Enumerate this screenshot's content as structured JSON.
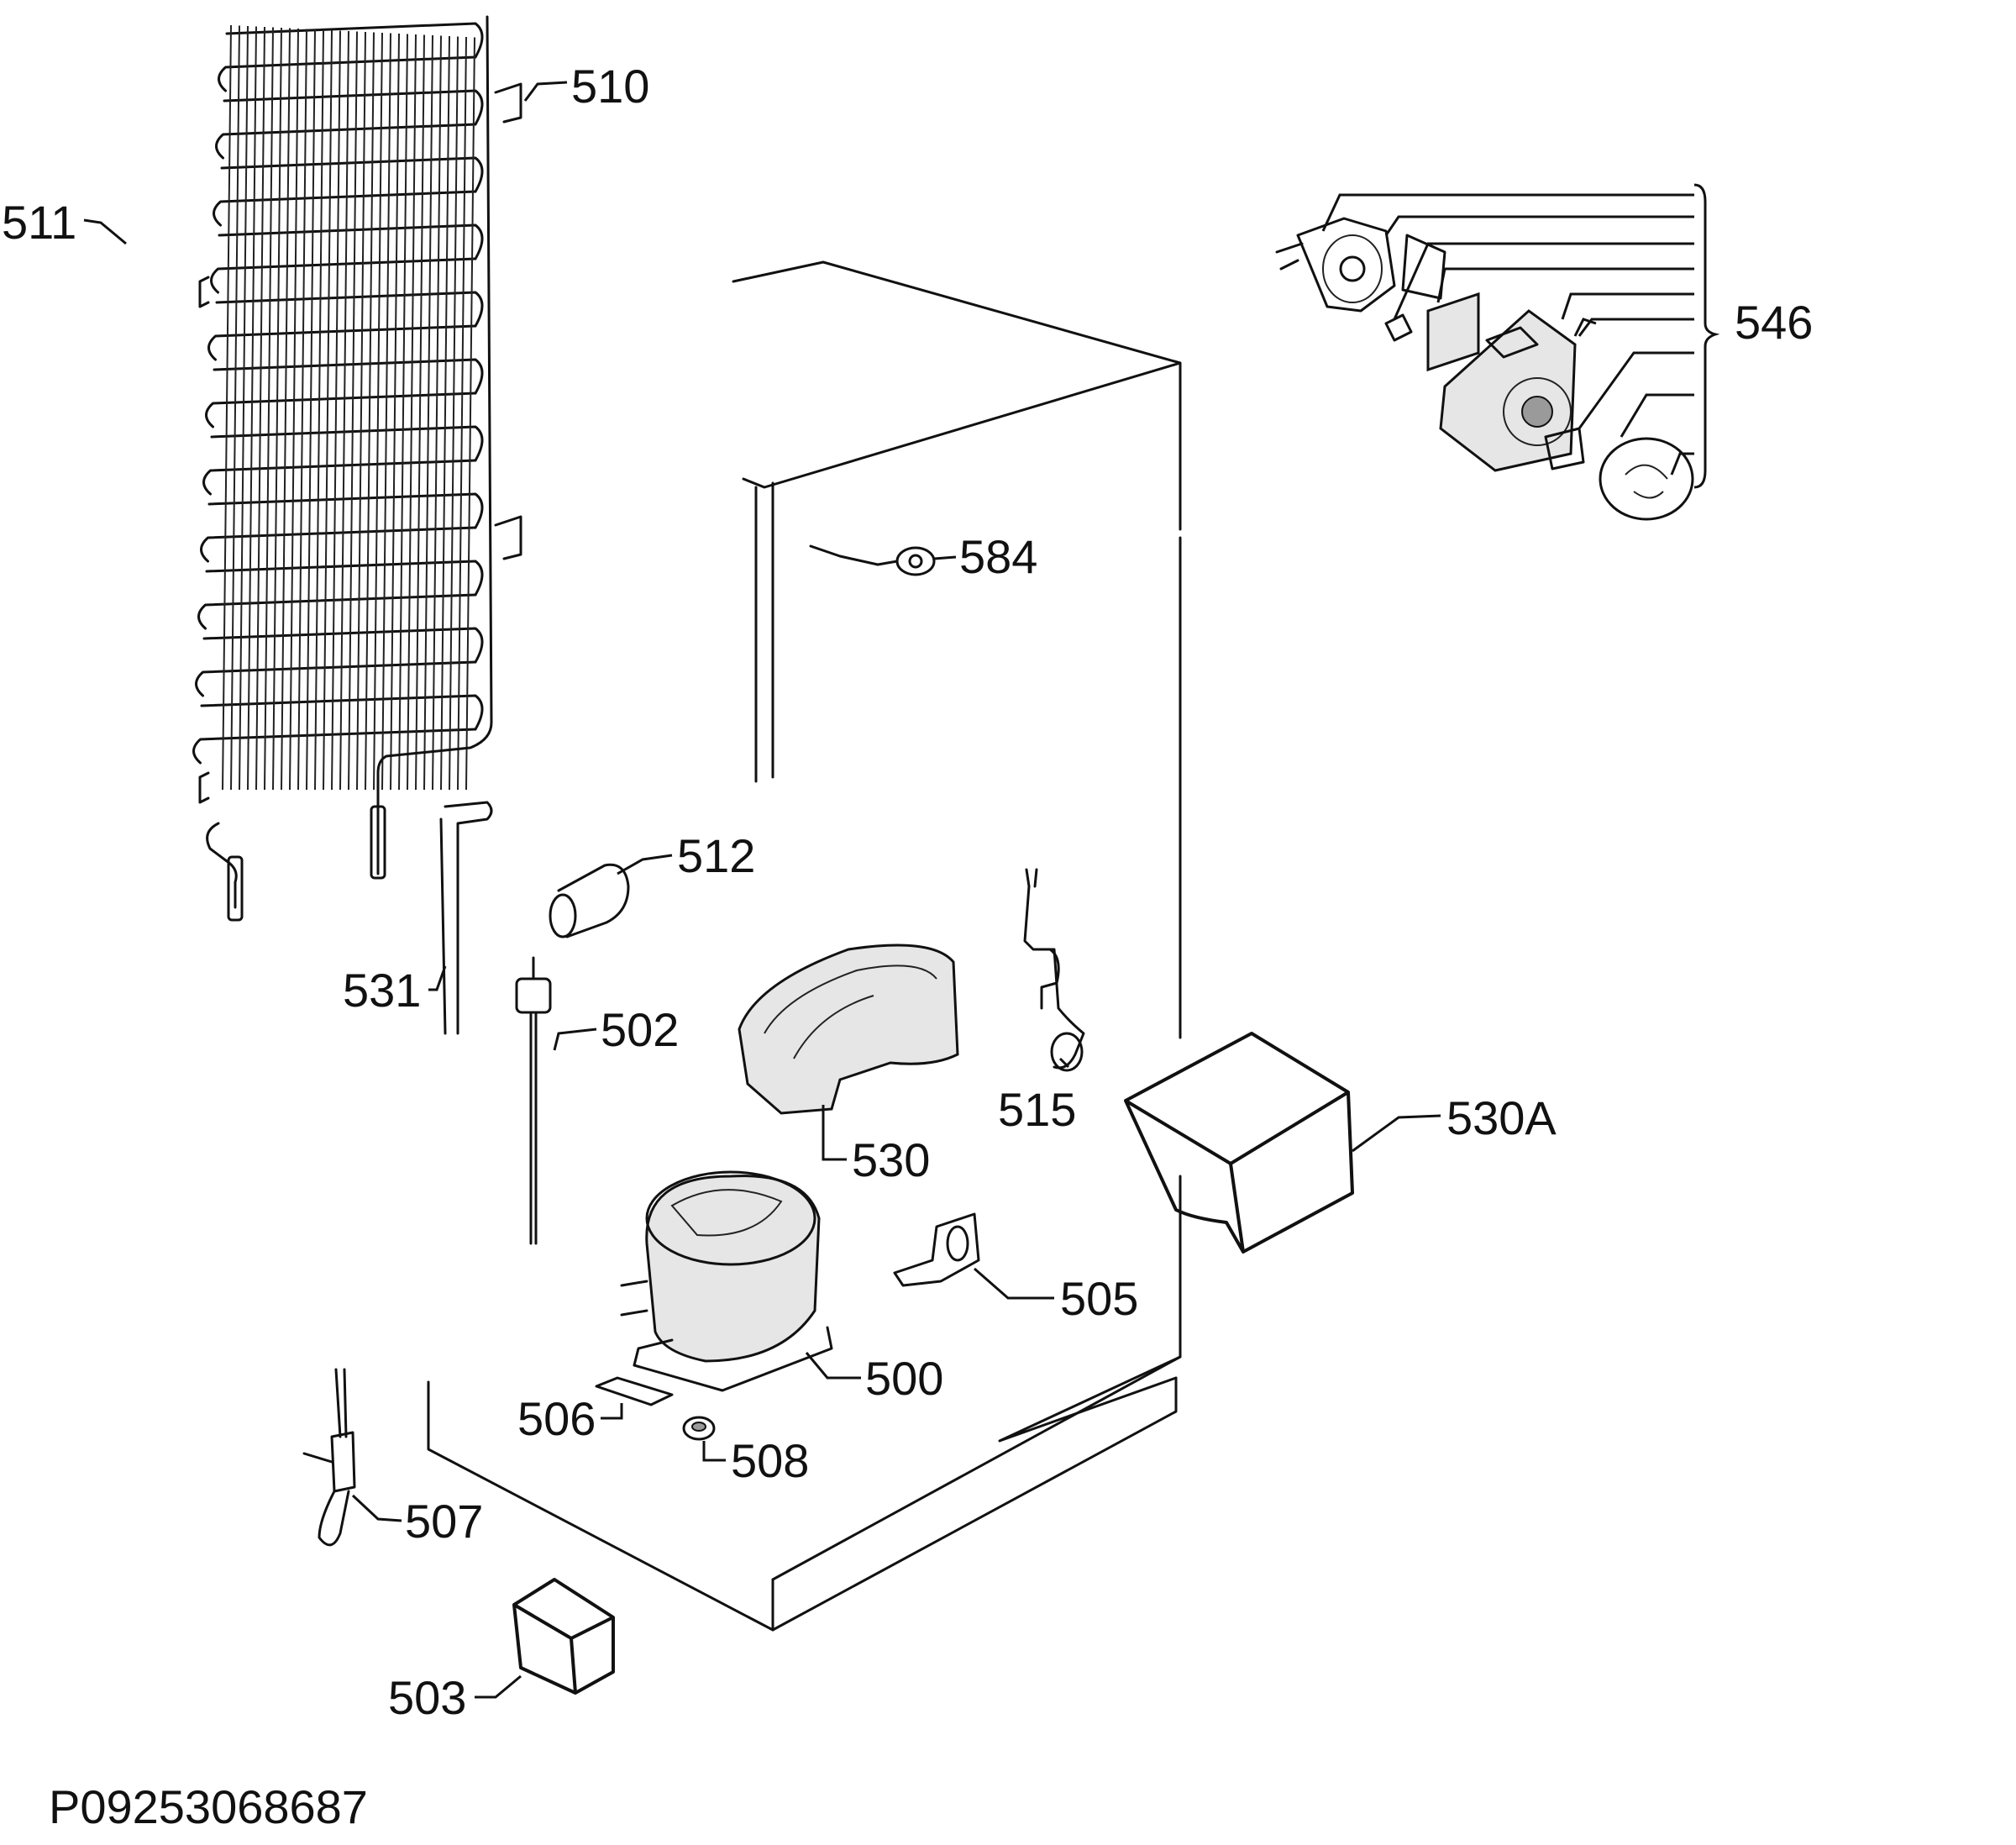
{
  "diagram": {
    "document_id": "P09253068687",
    "parts": [
      {
        "id": "510",
        "label": "510"
      },
      {
        "id": "511",
        "label": "511"
      },
      {
        "id": "546",
        "label": "546"
      },
      {
        "id": "584",
        "label": "584"
      },
      {
        "id": "512",
        "label": "512"
      },
      {
        "id": "531",
        "label": "531"
      },
      {
        "id": "502",
        "label": "502"
      },
      {
        "id": "515",
        "label": "515"
      },
      {
        "id": "530A",
        "label": "530A"
      },
      {
        "id": "530",
        "label": "530"
      },
      {
        "id": "505",
        "label": "505"
      },
      {
        "id": "500",
        "label": "500"
      },
      {
        "id": "506",
        "label": "506"
      },
      {
        "id": "508",
        "label": "508"
      },
      {
        "id": "507",
        "label": "507"
      },
      {
        "id": "503",
        "label": "503"
      }
    ]
  }
}
